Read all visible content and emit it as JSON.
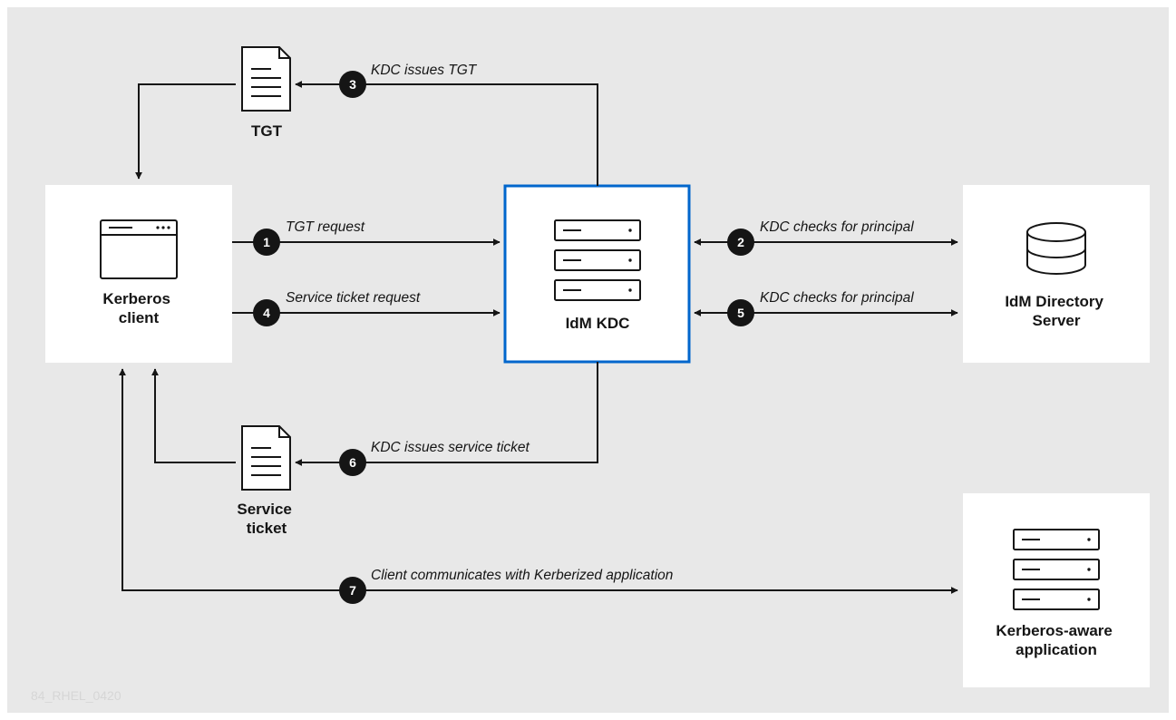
{
  "nodes": {
    "client": {
      "lines": [
        "Kerberos",
        "client"
      ]
    },
    "kdc": {
      "lines": [
        "IdM KDC"
      ]
    },
    "directory": {
      "lines": [
        "IdM Directory",
        "Server"
      ]
    },
    "app": {
      "lines": [
        "Kerberos-aware",
        "application"
      ]
    }
  },
  "documents": {
    "tgt": {
      "lines": [
        "TGT"
      ]
    },
    "service_ticket": {
      "lines": [
        "Service",
        "ticket"
      ]
    }
  },
  "steps": [
    {
      "num": "1",
      "label": "TGT request"
    },
    {
      "num": "2",
      "label": "KDC checks for principal"
    },
    {
      "num": "3",
      "label": "KDC issues TGT"
    },
    {
      "num": "4",
      "label": "Service ticket request"
    },
    {
      "num": "5",
      "label": "KDC checks for principal"
    },
    {
      "num": "6",
      "label": "KDC issues service ticket"
    },
    {
      "num": "7",
      "label": "Client communicates with Kerberized application"
    }
  ],
  "watermark": "84_RHEL_0420",
  "colors": {
    "background": "#e8e8e8",
    "box": "#ffffff",
    "highlight_border": "#0066cc",
    "ink": "#151515"
  }
}
